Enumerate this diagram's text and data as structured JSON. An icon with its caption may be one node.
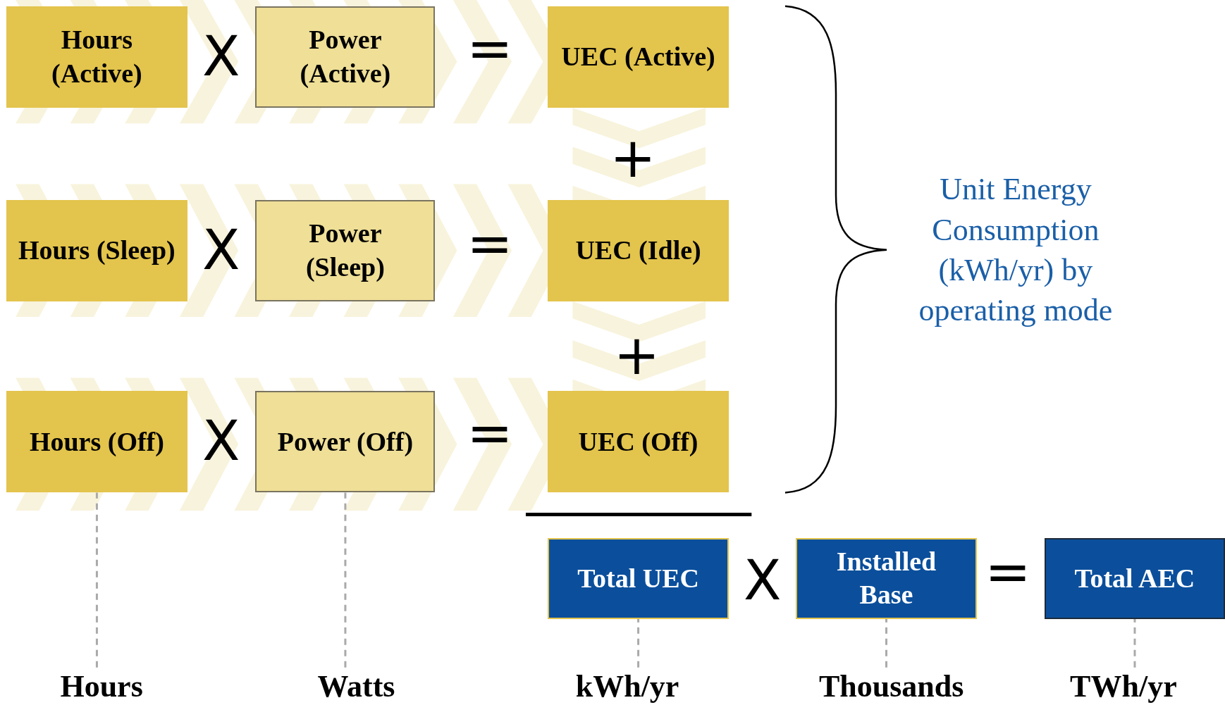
{
  "diagram": {
    "nodes": [
      {
        "text": [
          "Hours (Active)"
        ]
      },
      {
        "text": [
          "Power (Active)"
        ]
      },
      {
        "text": [
          "UEC (Active)"
        ]
      },
      {
        "text": [
          "Hours (Sleep)"
        ]
      },
      {
        "text": [
          "Power (Sleep)"
        ]
      },
      {
        "text": [
          "UEC (Idle)"
        ]
      },
      {
        "text": [
          "Hours (Off)"
        ]
      },
      {
        "text": [
          "Power (Off)"
        ]
      },
      {
        "text": [
          "UEC (Off)"
        ]
      },
      {
        "text": [
          "Total UEC"
        ]
      },
      {
        "text": [
          "Installed Base"
        ]
      },
      {
        "text": [
          "Total AEC"
        ]
      },
      {
        "text": [
          "Hours"
        ]
      },
      {
        "text": [
          "Watts"
        ]
      },
      {
        "text": [
          "kWh/yr"
        ]
      },
      {
        "text": [
          "Thousands"
        ]
      },
      {
        "text": [
          "TWh/yr"
        ]
      }
    ],
    "edges": [
      {
        "from": 12,
        "to": 6,
        "arrow": "none",
        "style": "dashed"
      },
      {
        "from": 13,
        "to": 7,
        "arrow": "none",
        "style": "dashed"
      },
      {
        "from": 14,
        "to": 9,
        "arrow": "none",
        "style": "dashed"
      },
      {
        "from": 15,
        "to": 10,
        "arrow": "none",
        "style": "dashed"
      },
      {
        "from": 16,
        "to": 11,
        "arrow": "none",
        "style": "dashed"
      }
    ],
    "labels": [
      "X",
      "=",
      "+",
      "Unit Energy Consumption (kWh/yr) by operating mode",
      "X",
      "=",
      "+",
      "X",
      "=",
      "X",
      "="
    ]
  }
}
